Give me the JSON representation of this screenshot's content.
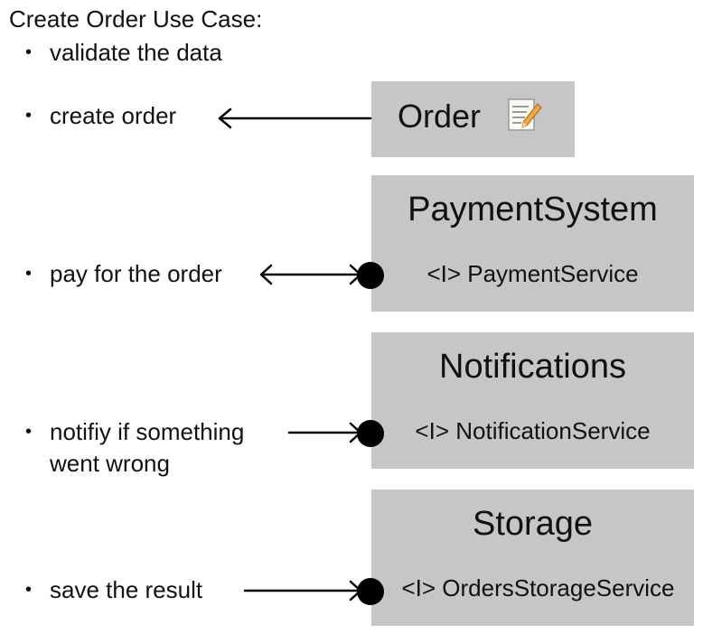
{
  "title": "Create Order Use Case:",
  "bullets": [
    {
      "symbol": "•",
      "text": "validate the data"
    },
    {
      "symbol": "•",
      "text": "create order"
    },
    {
      "symbol": "•",
      "text": "pay for the order"
    },
    {
      "symbol": "•",
      "text_line1": "notifiy if something",
      "text_line2": "went wrong"
    },
    {
      "symbol": "•",
      "text": "save the result"
    }
  ],
  "boxes": {
    "order": {
      "title": "Order",
      "icon": "memo-icon"
    },
    "payment": {
      "title": "PaymentSystem",
      "interface": "<I> PaymentService"
    },
    "notifications": {
      "title": "Notifications",
      "interface": "<I> NotificationService"
    },
    "storage": {
      "title": "Storage",
      "interface": "<I> OrdersStorageService"
    }
  },
  "colors": {
    "box_fill": "#c6c6c6",
    "line": "#000000"
  }
}
